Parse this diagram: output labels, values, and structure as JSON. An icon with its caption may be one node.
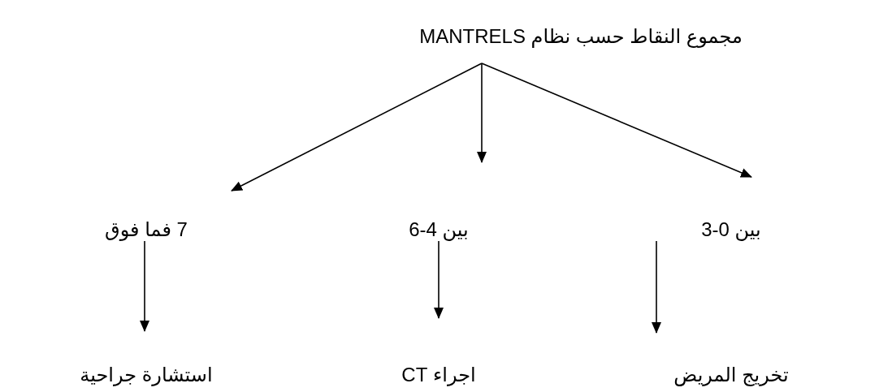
{
  "diagram": {
    "nodes": [
      {
        "text": [
          "مجموع النقاط حسب نظام MANTRELS"
        ]
      },
      {
        "text": [
          "7 فما فوق"
        ]
      },
      {
        "text": [
          "بين 4-6"
        ]
      },
      {
        "text": [
          "بين 0-3"
        ]
      },
      {
        "text": [
          "استشارة جراحية"
        ]
      },
      {
        "text": [
          "اجراء CT"
        ]
      },
      {
        "text": [
          "تخريج المريض"
        ]
      }
    ],
    "edges": [
      {
        "from": 0,
        "to": 1,
        "arrow": "to"
      },
      {
        "from": 0,
        "to": 2,
        "arrow": "to"
      },
      {
        "from": 0,
        "to": 3,
        "arrow": "to"
      },
      {
        "from": 1,
        "to": 4,
        "arrow": "to"
      },
      {
        "from": 2,
        "to": 5,
        "arrow": "to"
      },
      {
        "from": 3,
        "to": 6,
        "arrow": "to"
      }
    ]
  }
}
